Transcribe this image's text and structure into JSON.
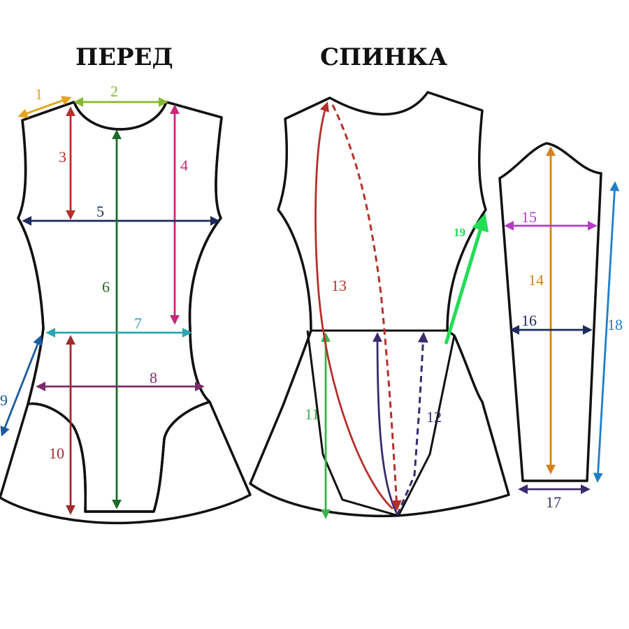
{
  "titles": {
    "front": "ПЕРЕД",
    "back": "СПИНКА"
  },
  "colors": {
    "outline": "#111111",
    "m1": "#e2a41a",
    "m2": "#86b82e",
    "m3": "#b5302a",
    "m4": "#c8287a",
    "m5": "#1c2a5e",
    "m6": "#1f6b2a",
    "m7": "#2aa6b0",
    "m8": "#7b2a6b",
    "m9": "#1a5a9e",
    "m10": "#9e2a2a",
    "m11": "#3cb24a",
    "m12": "#3a2a6e",
    "m13": "#b5302a",
    "m14": "#d7801a",
    "m15": "#b43cc4",
    "m16": "#1c2a5e",
    "m17": "#3a2a6e",
    "m18": "#1f7ec8",
    "m19": "#22dd55"
  },
  "labels": {
    "m1": "1",
    "m2": "2",
    "m3": "3",
    "m4": "4",
    "m5": "5",
    "m6": "6",
    "m7": "7",
    "m8": "8",
    "m9": "9",
    "m10": "10",
    "m11": "11",
    "m12": "12",
    "m13": "13",
    "m14": "14",
    "m15": "15",
    "m16": "16",
    "m17": "17",
    "m18": "18",
    "m19": "19"
  }
}
